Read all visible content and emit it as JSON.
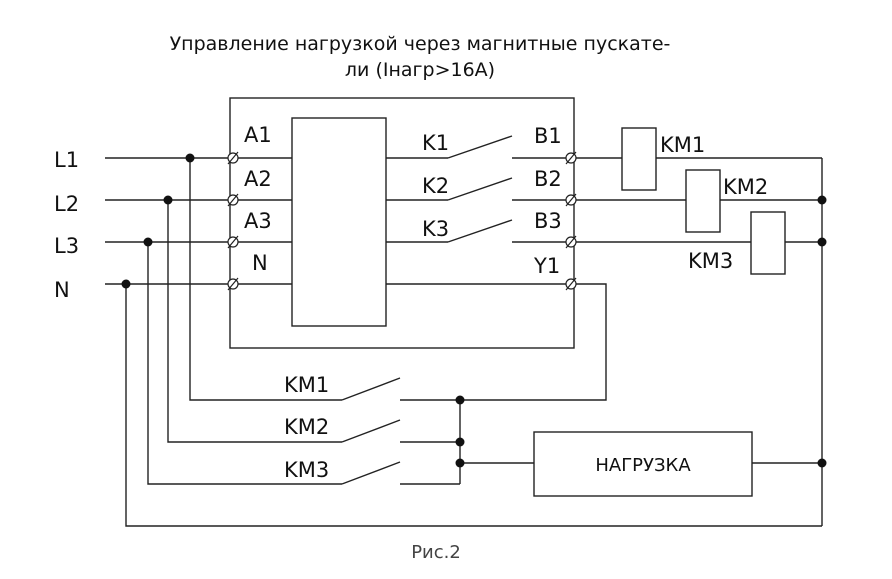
{
  "title": {
    "line1": "Управление нагрузкой через магнитные пускате-",
    "line2": "ли (Iнагр>16А)"
  },
  "lines": {
    "l1": "L1",
    "l2": "L2",
    "l3": "L3",
    "n": "N"
  },
  "relay_inputs": {
    "a1": "A1",
    "a2": "A2",
    "a3": "A3",
    "n": "N"
  },
  "relay_outputs": {
    "b1": "B1",
    "b2": "B2",
    "b3": "B3",
    "y1": "Y1"
  },
  "relay_contacts": {
    "k1": "K1",
    "k2": "K2",
    "k3": "K3"
  },
  "coils": {
    "km1": "KM1",
    "km2": "KM2",
    "km3": "KM3"
  },
  "contactor_contacts": {
    "km1": "KM1",
    "km2": "KM2",
    "km3": "KM3"
  },
  "load": "НАГРУЗКА",
  "caption": "Рис.2"
}
